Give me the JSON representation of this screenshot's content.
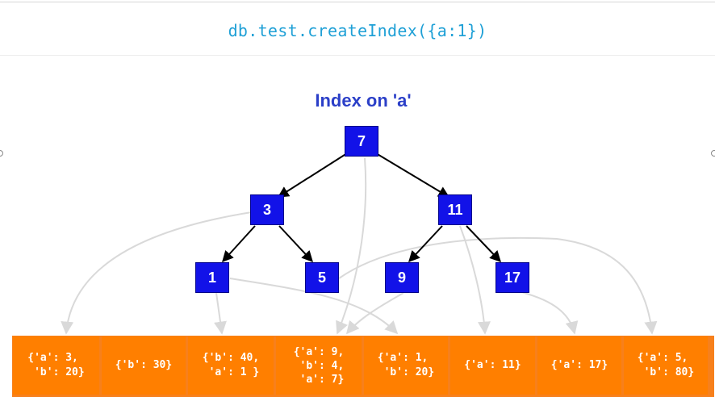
{
  "command": "db.test.createIndex({a:1})",
  "diagram_title": "Index on 'a'",
  "colors": {
    "command_text": "#1fa0d6",
    "title_text": "#2b3fc8",
    "node_fill": "#1212e8",
    "document_fill": "#ff7f00",
    "tree_edge": "#000000",
    "pointer_edge": "#d9d9d9"
  },
  "tree": {
    "root": "7",
    "level2": [
      "3",
      "11"
    ],
    "level3": [
      "1",
      "5",
      "9",
      "17"
    ]
  },
  "documents": [
    "{'a': 3,\n 'b': 20}",
    "{'b': 30}",
    "{'b': 40,\n 'a': 1 }",
    "{'a': 9,\n 'b': 4,\n 'a': 7}",
    "{'a': 1,\n 'b': 20}",
    "{'a': 11}",
    "{'a': 17}",
    "{'a': 5,\n 'b': 80}"
  ]
}
